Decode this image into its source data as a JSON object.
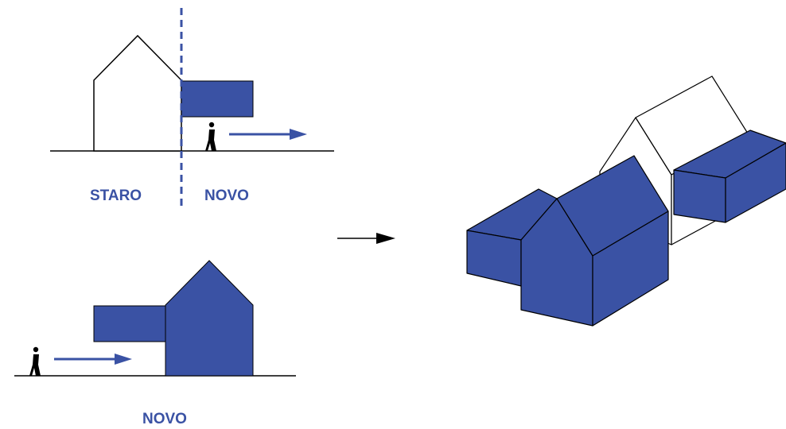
{
  "labels": {
    "old": "STARO",
    "new_top": "NOVO",
    "new_bottom": "NOVO"
  },
  "colors": {
    "building_fill": "#3a52a4",
    "accent": "#3a52a4",
    "outline": "#000000",
    "background": "#ffffff"
  },
  "icons": [
    "person-icon",
    "direction-arrow-icon",
    "transition-arrow-icon"
  ]
}
